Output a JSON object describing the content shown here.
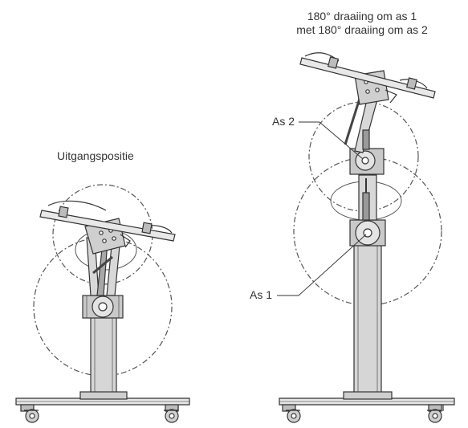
{
  "labels": {
    "left_title": "Uitgangspositie",
    "right_title_line1": "180° draaiing om as 1",
    "right_title_line2": "met 180° draaiing om as 2",
    "axis2": "As 2",
    "axis1": "As 1"
  },
  "colors": {
    "line": "#333333",
    "column_fill": "#d6d6d6",
    "part_fill": "#c2c2c2",
    "dash": "#555555"
  }
}
